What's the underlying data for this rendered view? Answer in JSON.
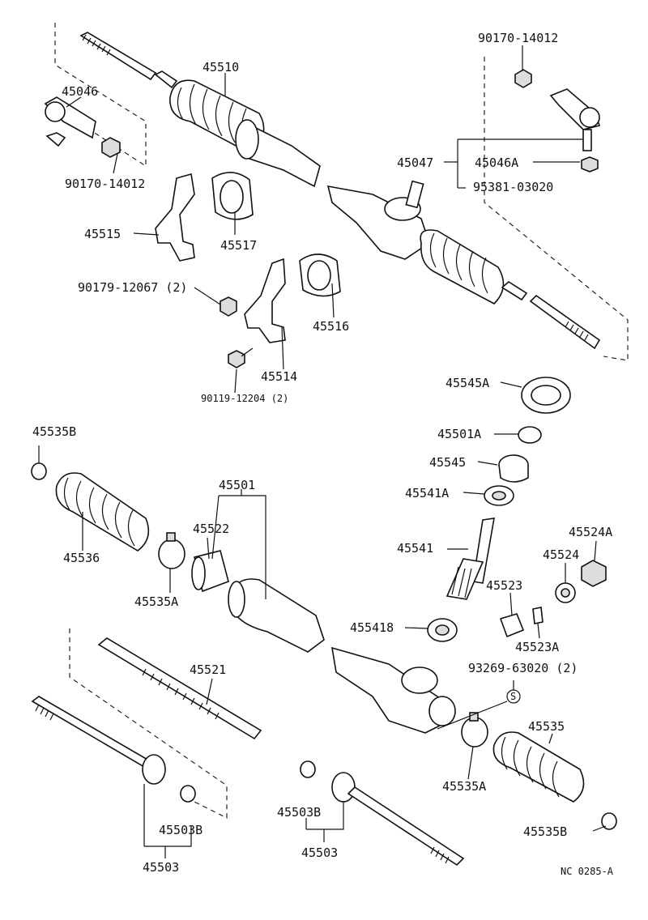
{
  "labels": {
    "l_45510": "45510",
    "l_90170_top": "90170-14012",
    "l_45046": "45046",
    "l_90170_left": "90170-14012",
    "l_45047": "45047",
    "l_45046A": "45046A",
    "l_95381": "95381-03020",
    "l_45515": "45515",
    "l_45517": "45517",
    "l_90179": "90179-12067 (2)",
    "l_45516": "45516",
    "l_45514": "45514",
    "l_90119": "90119-12204 (2)",
    "l_45545A": "45545A",
    "l_45535B_top": "45535B",
    "l_45501A": "45501A",
    "l_45545": "45545",
    "l_45501": "45501",
    "l_45541A": "45541A",
    "l_45522": "45522",
    "l_45524A": "45524A",
    "l_45541": "45541",
    "l_45536": "45536",
    "l_45524": "45524",
    "l_45535A_left": "45535A",
    "l_45523": "45523",
    "l_45541B": "455418",
    "l_45523A": "45523A",
    "l_45521": "45521",
    "l_93269": "93269-63020 (2)",
    "l_S": "S",
    "l_45535": "45535",
    "l_45535A_right": "45535A",
    "l_45503B_left": "45503B",
    "l_45503B_mid": "45503B",
    "l_45535B_bot": "45535B",
    "l_45503_left": "45503",
    "l_45503_mid": "45503",
    "l_code": "NC 0285-A"
  }
}
